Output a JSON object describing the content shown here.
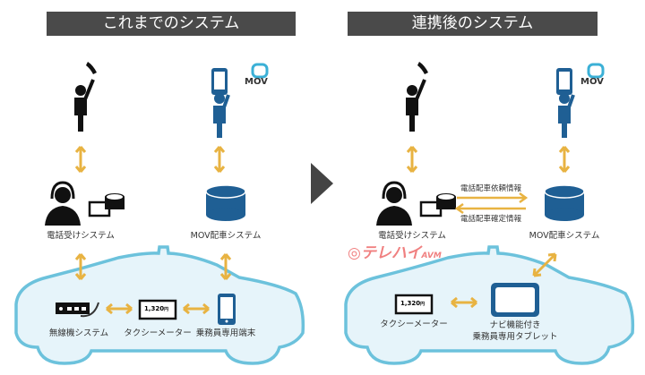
{
  "left": {
    "title": "これまでのシステム",
    "phone_system": "電話受けシステム",
    "mov_system": "MOV配車システム",
    "radio": "無線機システム",
    "meter": "タクシーメーター",
    "crew_terminal": "乗務員専用端末",
    "meter_value": "1,320",
    "meter_unit": "円",
    "mov_logo": "MOV"
  },
  "right": {
    "title": "連携後のシステム",
    "phone_system": "電話受けシステム",
    "mov_system": "MOV配車システム",
    "request_info": "電話配車依頼情報",
    "confirm_info": "電話配車確定情報",
    "meter": "タクシーメーター",
    "tablet_line1": "ナビ機能付き",
    "tablet_line2": "乗務員専用タブレット",
    "meter_value": "1,320",
    "meter_unit": "円",
    "mov_logo": "MOV",
    "telehai_logo": "テレハイ",
    "telehai_suffix": "AVM"
  },
  "colors": {
    "header": "#4a4a4a",
    "arrow": "#e8b342",
    "blue": "#1f5f94",
    "car_fill": "#e6f4fa",
    "car_stroke": "#6cc2dc",
    "telehai": "#f08080"
  }
}
